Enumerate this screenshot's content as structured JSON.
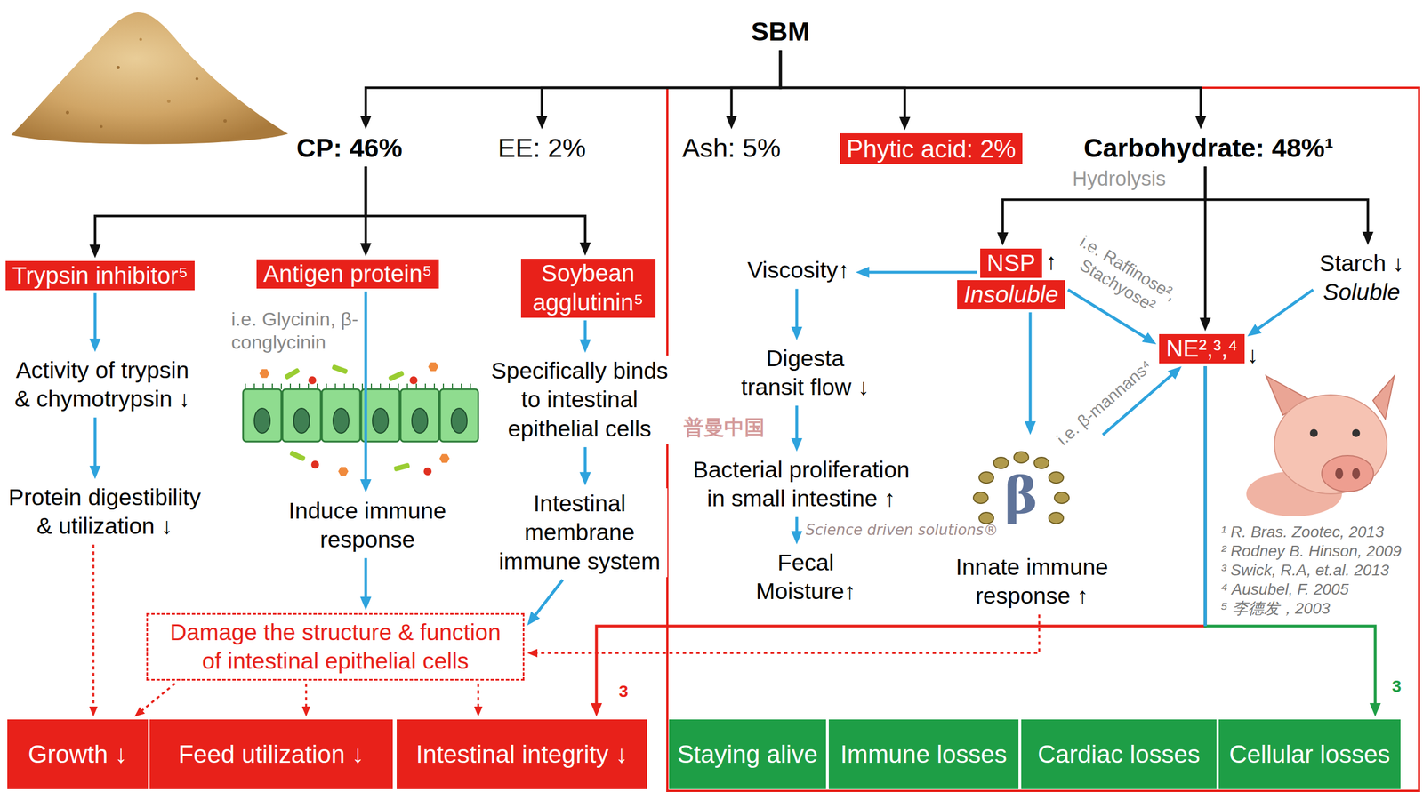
{
  "diagram": {
    "nodes": [
      {
        "text": [
          "SBM"
        ]
      },
      {
        "text": [
          "CP: 46%"
        ]
      },
      {
        "text": [
          "EE: 2%"
        ]
      },
      {
        "text": [
          "Ash: 5%"
        ]
      },
      {
        "text": [
          "Phytic acid: 2%"
        ]
      },
      {
        "text": [
          "Carbohydrate: 48%¹"
        ]
      },
      {
        "text": [
          "Trypsin inhibitor⁵"
        ]
      },
      {
        "text": [
          "Antigen protein⁵"
        ]
      },
      {
        "text": [
          "Soybean agglutinin⁵"
        ]
      },
      {
        "text": [
          "Viscosity↑"
        ]
      },
      {
        "text": [
          "NSP"
        ]
      },
      {
        "text": [
          "Insoluble"
        ]
      },
      {
        "text": [
          "Starch ↓",
          "Soluble"
        ]
      },
      {
        "text": [
          "NE²,³,⁴"
        ]
      },
      {
        "text": [
          "Activity of trypsin & chymotrypsin ↓"
        ]
      },
      {
        "text": [
          "Specifically binds to intestinal epithelial cells"
        ]
      },
      {
        "text": [
          "Digesta transit flow ↓"
        ]
      },
      {
        "text": [
          "Protein digestibility & utilization ↓"
        ]
      },
      {
        "text": [
          "Bacterial proliferation in small intestine ↑"
        ]
      },
      {
        "text": [
          "Induce immune response"
        ]
      },
      {
        "text": [
          "Intestinal membrane immune system"
        ]
      },
      {
        "text": [
          "Innate immune response ↑"
        ]
      },
      {
        "text": [
          "Fecal Moisture↑"
        ]
      },
      {
        "text": [
          "Damage the structure & function of intestinal epithelial cells"
        ]
      },
      {
        "text": [
          "Growth ↓"
        ]
      },
      {
        "text": [
          "Feed utilization ↓"
        ]
      },
      {
        "text": [
          "Intestinal integrity ↓"
        ]
      },
      {
        "text": [
          "Staying alive"
        ]
      },
      {
        "text": [
          "Immune losses"
        ]
      },
      {
        "text": [
          "Cardiac losses"
        ]
      },
      {
        "text": [
          "Cellular losses"
        ]
      }
    ],
    "edges": [
      {
        "from": 0,
        "to": 1,
        "arrow": "to"
      },
      {
        "from": 0,
        "to": 2,
        "arrow": "to"
      },
      {
        "from": 0,
        "to": 3,
        "arrow": "to"
      },
      {
        "from": 0,
        "to": 4,
        "arrow": "to"
      },
      {
        "from": 0,
        "to": 5,
        "arrow": "to"
      },
      {
        "from": 1,
        "to": 6,
        "arrow": "to"
      },
      {
        "from": 1,
        "to": 7,
        "arrow": "to"
      },
      {
        "from": 1,
        "to": 8,
        "arrow": "to"
      },
      {
        "from": 5,
        "to": 10,
        "arrow": "to"
      },
      {
        "from": 5,
        "to": 13,
        "arrow": "to"
      },
      {
        "from": 5,
        "to": 12,
        "arrow": "to"
      },
      {
        "from": 6,
        "to": 14,
        "arrow": "to"
      },
      {
        "from": 14,
        "to": 17,
        "arrow": "to"
      },
      {
        "from": 17,
        "to": 24,
        "arrow": "to"
      },
      {
        "from": 7,
        "to": 19,
        "arrow": "to"
      },
      {
        "from": 19,
        "to": 23,
        "arrow": "to"
      },
      {
        "from": 8,
        "to": 15,
        "arrow": "to"
      },
      {
        "from": 15,
        "to": 20,
        "arrow": "to"
      },
      {
        "from": 20,
        "to": 23,
        "arrow": "to"
      },
      {
        "from": 23,
        "to": 24,
        "arrow": "to"
      },
      {
        "from": 23,
        "to": 25,
        "arrow": "to"
      },
      {
        "from": 23,
        "to": 26,
        "arrow": "to"
      },
      {
        "from": 10,
        "to": 9,
        "arrow": "to"
      },
      {
        "from": 9,
        "to": 16,
        "arrow": "to"
      },
      {
        "from": 16,
        "to": 18,
        "arrow": "to"
      },
      {
        "from": 18,
        "to": 22,
        "arrow": "to"
      },
      {
        "from": 11,
        "to": 13,
        "arrow": "to"
      },
      {
        "from": 11,
        "to": 21,
        "arrow": "to"
      },
      {
        "from": 21,
        "to": 13,
        "arrow": "to"
      },
      {
        "from": 12,
        "to": 13,
        "arrow": "to"
      },
      {
        "from": 21,
        "to": 23,
        "arrow": "to"
      },
      {
        "from": 13,
        "to": 26,
        "arrow": "to"
      },
      {
        "from": 13,
        "to": 30,
        "arrow": "to"
      }
    ],
    "labels": [
      "Hydrolysis",
      "i.e. Glycinin, β-conglycinin",
      "i.e. Raffinose², Stachyose²",
      "↑",
      "↓",
      "β",
      "i.e. β-mannans⁴",
      "普曼中国",
      "Science driven solutions®",
      "¹ R. Bras. Zootec, 2013",
      "² Rodney B. Hinson, 2009",
      "³ Swick, R.A, et.al. 2013",
      "⁴ Ausubel, F. 2005",
      "⁵ 李德发，2003",
      "3",
      "3"
    ]
  }
}
